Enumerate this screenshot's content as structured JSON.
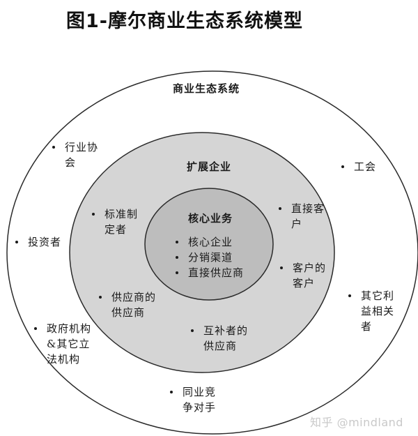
{
  "title": "图1-摩尔商业生态系统模型",
  "rings": {
    "outer_label": "商业生态系统",
    "middle_label": "扩展企业",
    "inner_label": "核心业务"
  },
  "inner_items": [
    "核心企业",
    "分销渠道",
    "直接供应商"
  ],
  "middle_items": {
    "standard_setters": "标准制\n定者",
    "direct_customers": "直接客\n户",
    "customers_of_customers": "客户的\n客户",
    "suppliers_of_suppliers": "供应商的\n供应商",
    "complementor_suppliers": "互补者的\n供应商"
  },
  "outer_items": {
    "industry_associations": "行业协\n会",
    "unions": "工会",
    "investors": "投资者",
    "other_stakeholders": "其它利\n益相关\n者",
    "government": "政府机构\n&其它立\n法机构",
    "competitors": "同业竞\n争对手"
  },
  "watermark": "知乎 @mindland",
  "colors": {
    "outer_fill": "#ffffff",
    "middle_fill": "#d5d5d5",
    "inner_fill": "#bdbdbd",
    "stroke": "#2a2a2a"
  }
}
